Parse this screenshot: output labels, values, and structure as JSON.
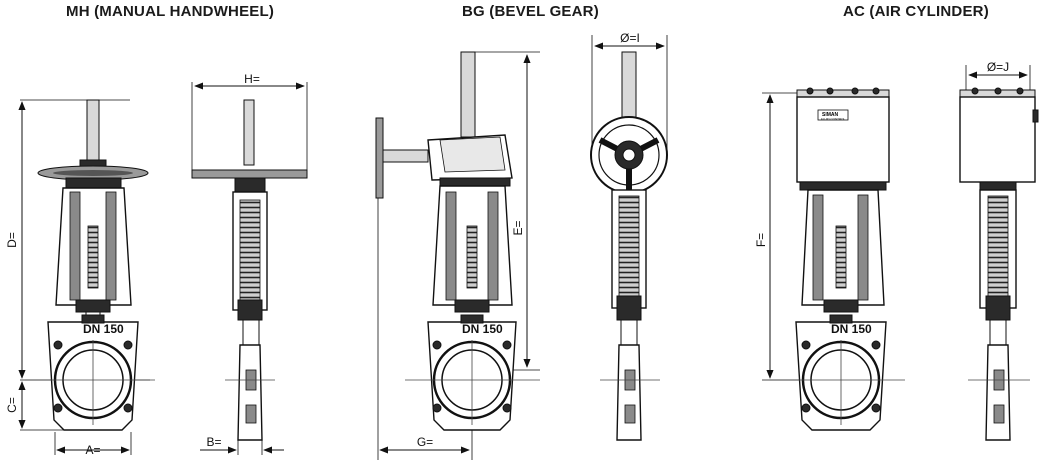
{
  "panels": [
    {
      "title": "MH (MANUAL HANDWHEEL)"
    },
    {
      "title": "BG (BEVEL GEAR)"
    },
    {
      "title": "AC (AIR CYLINDER)"
    }
  ],
  "dimensions": {
    "A": "A=",
    "B": "B=",
    "C": "C=",
    "D": "D=",
    "E": "E=",
    "F": "F=",
    "G": "G=",
    "H": "H=",
    "I": "Ø=I",
    "J": "Ø=J"
  },
  "plate": {
    "size": "DN 150"
  },
  "cylinder_label": {
    "line1": "SIMAN",
    "line2": "FLUID CONTROL"
  }
}
